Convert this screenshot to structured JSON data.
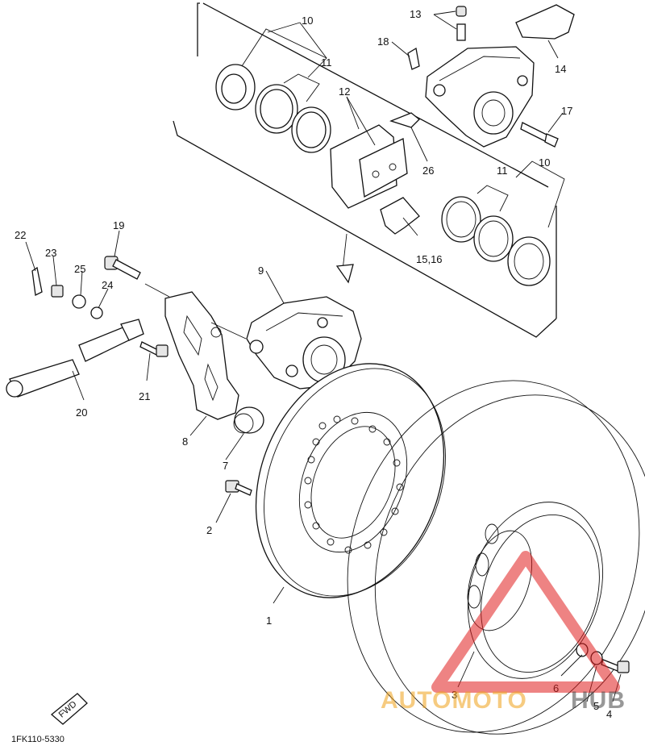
{
  "diagram": {
    "part_code": "1FK110-5330",
    "front_tag": "FWD",
    "callouts": {
      "c1": "1",
      "c2": "2",
      "c3": "3",
      "c4": "4",
      "c5": "5",
      "c6": "6",
      "c7": "7",
      "c8": "8",
      "c9": "9",
      "c10a": "10",
      "c10b": "10",
      "c11a": "11",
      "c11b": "11",
      "c12": "12",
      "c13": "13",
      "c14": "14",
      "c1516": "15,16",
      "c17": "17",
      "c18": "18",
      "c19": "19",
      "c20": "20",
      "c21": "21",
      "c22": "22",
      "c23": "23",
      "c24": "24",
      "c25": "25",
      "c26": "26"
    }
  },
  "watermark": {
    "word_orange": "AUTOMOTO",
    "word_dark": "HUB",
    "colors": {
      "triangle": "#e01e1e",
      "orange": "#f0a21a",
      "dark": "#444444"
    }
  }
}
